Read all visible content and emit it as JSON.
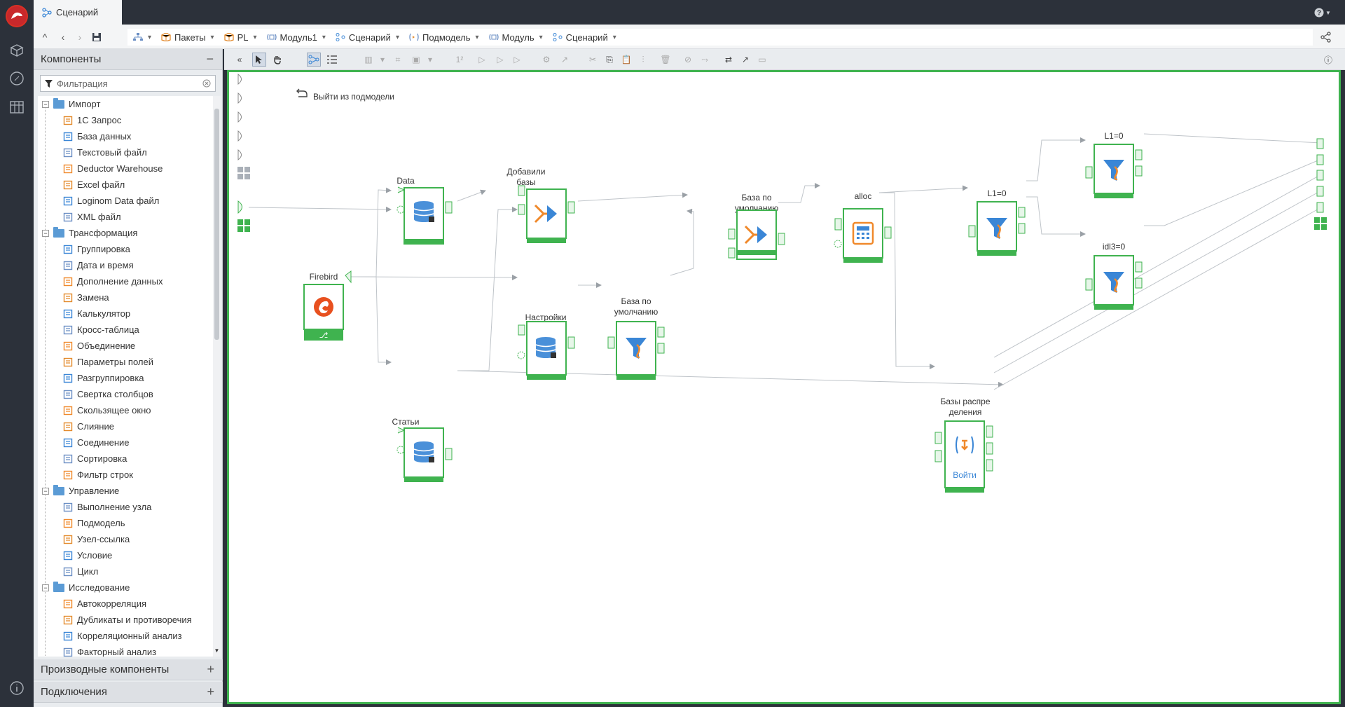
{
  "window": {
    "tab_title": "Сценарий",
    "help": "?"
  },
  "breadcrumbs": [
    {
      "label": ""
    },
    {
      "label": "Пакеты"
    },
    {
      "label": "PL"
    },
    {
      "label": "Модуль1"
    },
    {
      "label": "Сценарий"
    },
    {
      "label": "Подмодель"
    },
    {
      "label": "Модуль"
    },
    {
      "label": "Сценарий"
    }
  ],
  "panel": {
    "title": "Компоненты",
    "filter_placeholder": "Фильтрация",
    "categories": [
      {
        "label": "Импорт",
        "items": [
          "1С Запрос",
          "База данных",
          "Текстовый файл",
          "Deductor Warehouse",
          "Excel файл",
          "Loginom Data файл",
          "XML файл"
        ]
      },
      {
        "label": "Трансформация",
        "items": [
          "Группировка",
          "Дата и время",
          "Дополнение данных",
          "Замена",
          "Калькулятор",
          "Кросс-таблица",
          "Объединение",
          "Параметры полей",
          "Разгруппировка",
          "Свертка столбцов",
          "Скользящее окно",
          "Слияние",
          "Соединение",
          "Сортировка",
          "Фильтр строк"
        ]
      },
      {
        "label": "Управление",
        "items": [
          "Выполнение узла",
          "Подмодель",
          "Узел-ссылка",
          "Условие",
          "Цикл"
        ]
      },
      {
        "label": "Исследование",
        "items": [
          "Автокорреляция",
          "Дубликаты и противоречия",
          "Корреляционный анализ",
          "Факторный анализ"
        ]
      }
    ],
    "derived_title": "Производные компоненты",
    "connections_title": "Подключения"
  },
  "canvas": {
    "exit_label": "Выйти из подмодели",
    "nodes": {
      "data": "Data",
      "firebird": "Firebird",
      "articles": "Статьи",
      "added_bases_1": "Добавили",
      "added_bases_2": "базы",
      "settings": "Настройки",
      "default_base_1": "База по",
      "default_base_2": "умолчанию",
      "default_base_top_1": "База по",
      "default_base_top_2": "умолчанию",
      "alloc": "alloc",
      "l1_a": "L1=0",
      "l1_b": "L1=0",
      "idl3": "idl3=0",
      "distribution_1": "Базы распре",
      "distribution_2": "деления",
      "enter_label": "Войти"
    }
  },
  "colors": {
    "accent": "#3fb34f",
    "orange": "#f0892b",
    "blue": "#3a86d6"
  }
}
